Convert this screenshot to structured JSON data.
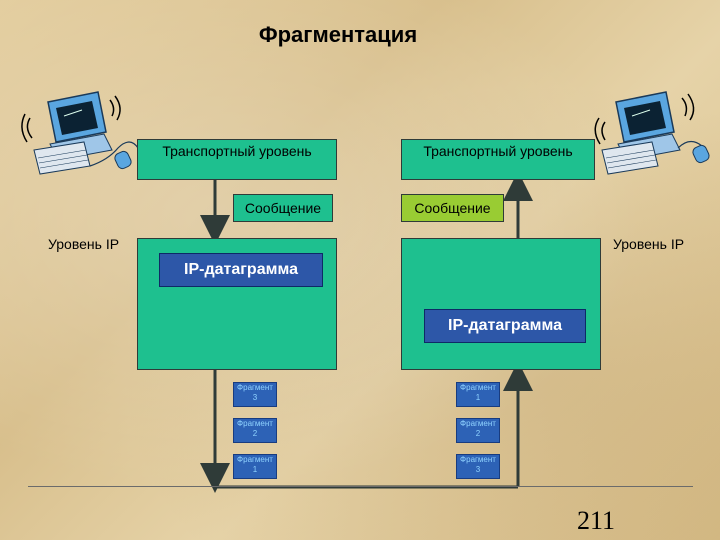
{
  "title": "Фрагментация",
  "left": {
    "transport_label": "Транспортный уровень",
    "message_label": "Сообщение",
    "level_label": "Уровень IP",
    "datagram_label": "IP-датаграмма",
    "fragments": [
      "Фрагмент 3",
      "Фрагмент 2",
      "Фрагмент 1"
    ]
  },
  "right": {
    "transport_label": "Транспортный уровень",
    "message_label": "Сообщение",
    "level_label": "Уровень IP",
    "datagram_label": "IP-датаграмма",
    "fragments": [
      "Фрагмент 1",
      "Фрагмент 2",
      "Фрагмент 3"
    ]
  },
  "page_number": "211",
  "icons": [
    "computer-icon",
    "computer-icon"
  ],
  "colors": {
    "green": "#1ec08f",
    "message_left": "#1ec08f",
    "message_right": "#99cc33",
    "datagram": "#2d57a8",
    "fragment": "#2d62b6",
    "arrow": "#2f3b38"
  }
}
